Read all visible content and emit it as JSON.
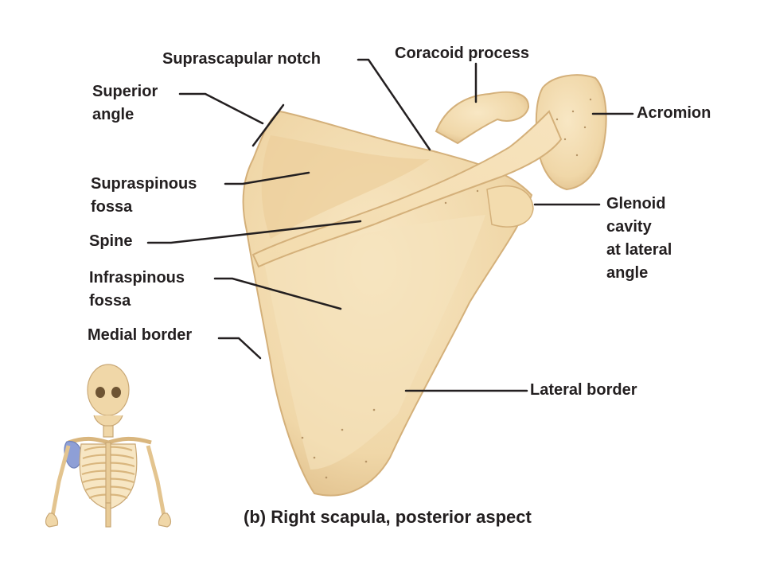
{
  "colors": {
    "bone": "#f0d7a8",
    "bone_light": "#f8e7c4",
    "bone_shadow": "#d9b67e",
    "leader": "#231f20",
    "highlight": "#8e9fd6"
  },
  "labels": {
    "suprascapular_notch": "Suprascapular notch",
    "coracoid_process": "Coracoid process",
    "superior_angle": [
      "Superior",
      "angle"
    ],
    "acromion": "Acromion",
    "supraspinous_fossa": [
      "Supraspinous",
      "fossa"
    ],
    "glenoid_cavity": [
      "Glenoid",
      "cavity",
      "at lateral",
      "angle"
    ],
    "spine": "Spine",
    "infraspinous_fossa": [
      "Infraspinous",
      "fossa"
    ],
    "medial_border": "Medial border",
    "lateral_border": "Lateral border"
  },
  "caption": {
    "prefix": "(b)",
    "text": "Right scapula, posterior aspect"
  }
}
